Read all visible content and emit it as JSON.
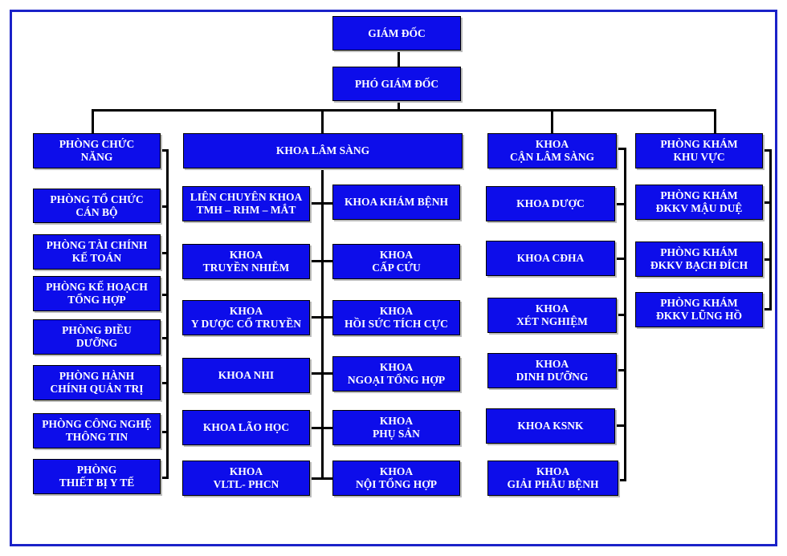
{
  "chart": {
    "top": {
      "director": "GIÁM ĐỐC",
      "deputy": "PHÓ GIÁM ĐỐC"
    },
    "columns": {
      "functional": {
        "header": "PHÒNG CHỨC\nNĂNG",
        "items": [
          "PHÒNG TỔ CHỨC\nCÁN BỘ",
          "PHÒNG TÀI CHÍNH\nKẾ TOÁN",
          "PHÒNG KẾ HOẠCH\nTỔNG HỢP",
          "PHÒNG ĐIỀU\nDƯỠNG",
          "PHÒNG HÀNH\nCHÍNH QUẢN TRỊ",
          "PHÒNG CÔNG NGHỆ\nTHÔNG TIN",
          "PHÒNG\nTHIẾT BỊ Y TẾ"
        ]
      },
      "clinical": {
        "header": "KHOA LÂM SÀNG",
        "left_items": [
          "LIÊN CHUYÊN KHOA\nTMH – RHM – MẮT",
          "KHOA\nTRUYỀN NHIỄM",
          "KHOA\nY DƯỢC CỔ TRUYỀN",
          "KHOA NHI",
          "KHOA LÃO HỌC",
          "KHOA\nVLTL- PHCN"
        ],
        "right_items": [
          "KHOA KHÁM BỆNH",
          "KHOA\nCẤP CỨU",
          "KHOA\nHỒI SỨC TÍCH CỰC",
          "KHOA\nNGOẠI TỔNG HỢP",
          "KHOA\nPHỤ SẢN",
          "KHOA\nNỘI TỔNG HỢP"
        ]
      },
      "paraclinical": {
        "header": "KHOA\nCẬN LÂM SÀNG",
        "items": [
          "KHOA DƯỢC",
          "KHOA CĐHA",
          "KHOA\nXÉT NGHIỆM",
          "KHOA\nDINH DƯỠNG",
          "KHOA KSNK",
          "KHOA\nGIẢI PHẪU BỆNH"
        ]
      },
      "clinics": {
        "header": "PHÒNG KHÁM\nKHU VỰC",
        "items": [
          "PHÒNG KHÁM\nĐKKV MẬU DUỆ",
          "PHÒNG KHÁM\nĐKKV BẠCH ĐÍCH",
          "PHÒNG KHÁM\nĐKKV LŨNG HỒ"
        ]
      }
    }
  }
}
